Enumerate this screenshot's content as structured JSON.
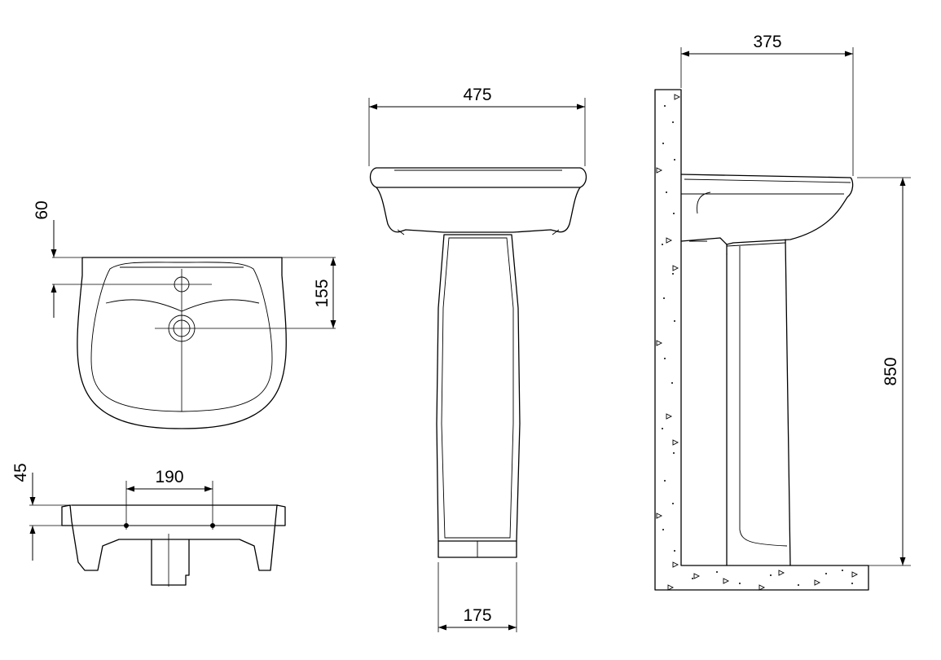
{
  "dimensions": {
    "tap_hole_offset": "60",
    "waste_offset": "155",
    "overflow_height": "45",
    "fixing_centres": "190",
    "basin_width": "475",
    "pedestal_base_width": "175",
    "projection": "375",
    "rim_height": "850"
  }
}
